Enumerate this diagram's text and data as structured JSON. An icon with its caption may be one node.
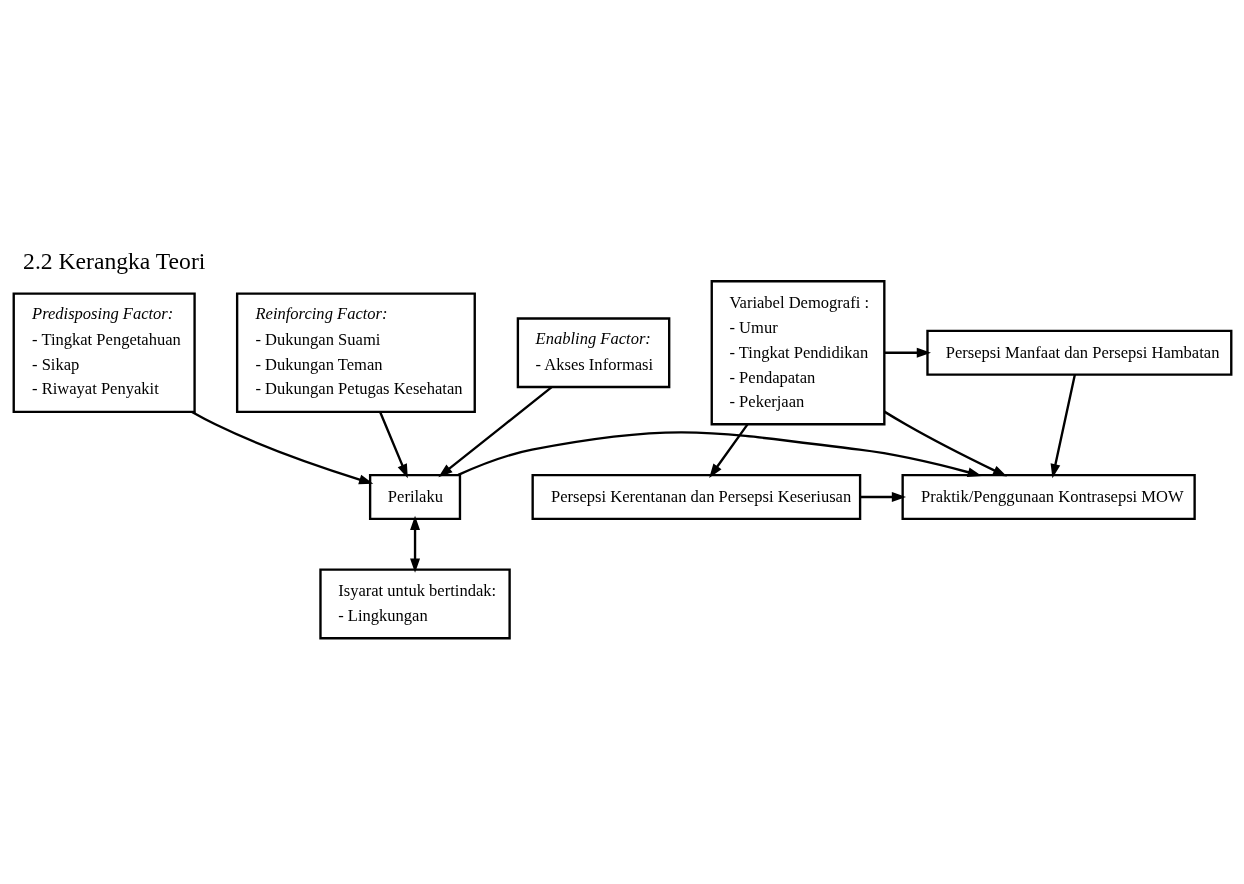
{
  "diagram": {
    "title": "2.2 Kerangka Teori",
    "nodes": [
      {
        "text": [
          "Variabel Demografi :",
          "- Umur",
          "- Tingkat Pendidikan",
          "- Pendapatan",
          "- Pekerjaan"
        ]
      },
      {
        "text": [
          "Persepsi Manfaat dan Persepsi Hambatan"
        ]
      },
      {
        "text": [
          "Persepsi Kerentanan dan Persepsi Keseriusan"
        ]
      },
      {
        "text": [
          "Praktik/Penggunaan Kontrasepsi MOW"
        ]
      },
      {
        "text": [
          "Perilaku"
        ]
      },
      {
        "text": [
          "Isyarat untuk bertindak:",
          "- Lingkungan"
        ]
      },
      {
        "text": [
          "Predisposing Factor:",
          "- Tingkat Pengetahuan",
          "- Sikap",
          "- Riwayat Penyakit"
        ]
      },
      {
        "text": [
          "Reinforcing Factor:",
          "- Dukungan Suami",
          "- Dukungan Teman",
          "- Dukungan Petugas Kesehatan"
        ]
      },
      {
        "text": [
          "Enabling Factor:",
          "- Akses Informasi"
        ]
      }
    ],
    "edges": [
      {
        "from": 0,
        "to": 1,
        "arrow": "to"
      },
      {
        "from": 0,
        "to": 2,
        "arrow": "to"
      },
      {
        "from": 0,
        "to": 3,
        "arrow": "to"
      },
      {
        "from": 1,
        "to": 3,
        "arrow": "to"
      },
      {
        "from": 2,
        "to": 3,
        "arrow": "to"
      },
      {
        "from": 4,
        "to": 3,
        "arrow": "to"
      },
      {
        "from": 4,
        "to": 5,
        "arrow": "both"
      },
      {
        "from": 6,
        "to": 4,
        "arrow": "to"
      },
      {
        "from": 7,
        "to": 4,
        "arrow": "to"
      },
      {
        "from": 8,
        "to": 4,
        "arrow": "to"
      }
    ]
  }
}
